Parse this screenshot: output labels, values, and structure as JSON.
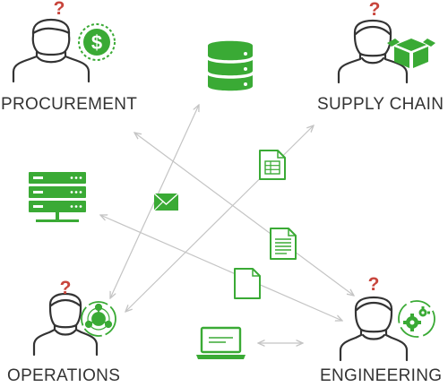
{
  "roles": {
    "procurement": "PROCUREMENT",
    "supply_chain": "SUPPLY CHAIN",
    "operations": "OPERATIONS",
    "engineering": "ENGINEERING"
  },
  "question_mark": "?",
  "dollar_symbol": "$",
  "colors": {
    "accent": "#3aaa35",
    "question": "#c8453c",
    "person": "#333333",
    "connector": "#c4c4c4",
    "text": "#333333"
  },
  "icons": {
    "database": "database-icon",
    "server": "server-icon",
    "envelope": "envelope-icon",
    "spreadsheet": "spreadsheet-icon",
    "document": "document-icon",
    "laptop": "laptop-icon",
    "money": "dollar-badge-icon",
    "box": "box-icon",
    "molecule": "molecule-icon",
    "gears": "gears-icon"
  }
}
